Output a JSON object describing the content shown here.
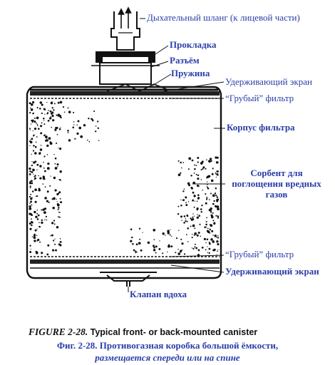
{
  "labels": {
    "hose": "Дыхательный шланг (к лицевой части)",
    "gasket": "Прокладка",
    "connector": "Разъём",
    "spring": "Пружина",
    "retaining_screen_top": "Удерживающий экран",
    "coarse_filter_top": "“Грубый” фильтр",
    "filter_body": "Корпус фильтра",
    "sorbent": [
      "Сорбент для",
      "поглощения вредных",
      "газов"
    ],
    "coarse_filter_bottom": "“Грубый” фильтр",
    "retaining_screen_bottom": "Удерживающий экран",
    "inhale_valve": "Клапан вдоха"
  },
  "caption": {
    "figure_number": "FIGURE 2-28.",
    "figure_text": "Typical front- or back-mounted canister",
    "ru_line1": "Фиг. 2-28. Противогазная коробка большой ёмкости,",
    "ru_line2": "размещается спереди или на спине"
  },
  "colors": {
    "label_blue": "#2a3ea8",
    "ink": "#111111"
  }
}
